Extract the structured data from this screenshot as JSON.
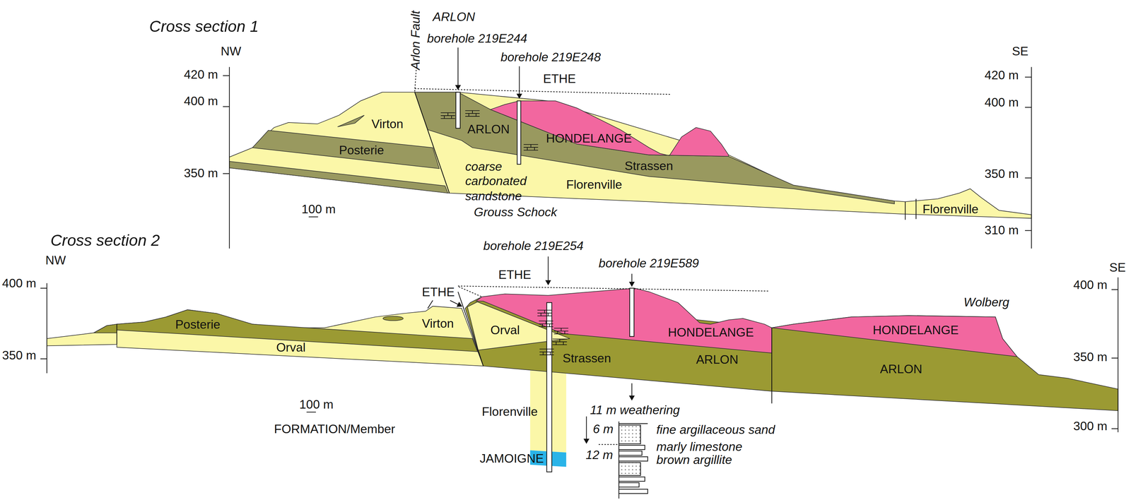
{
  "diagram": {
    "nodes": [
      {
        "text": [
          "Virton"
        ]
      },
      {
        "text": [
          "Posterie"
        ]
      },
      {
        "text": [
          "ARLON"
        ]
      },
      {
        "text": [
          "HONDELANGE"
        ]
      },
      {
        "text": [
          "Strassen"
        ]
      },
      {
        "text": [
          "Florenville"
        ]
      },
      {
        "text": [
          "Florenville"
        ]
      },
      {
        "text": [
          "Posterie"
        ]
      },
      {
        "text": [
          "Orval"
        ]
      },
      {
        "text": [
          "Virton"
        ]
      },
      {
        "text": [
          "Orval"
        ]
      },
      {
        "text": [
          "HONDELANGE"
        ]
      },
      {
        "text": [
          "Strassen"
        ]
      },
      {
        "text": [
          "ARLON"
        ]
      },
      {
        "text": [
          "HONDELANGE"
        ]
      },
      {
        "text": [
          "ARLON"
        ]
      },
      {
        "text": [
          "Florenville"
        ]
      },
      {
        "text": [
          "JAMOIGNE"
        ]
      }
    ],
    "labels": [
      "Cross section 1",
      "NW",
      "420 m",
      "400 m",
      "350 m",
      "SE",
      "420 m",
      "400 m",
      "350 m",
      "310 m",
      "Arlon Fault",
      "ARLON",
      "borehole 219E244",
      "borehole 219E248",
      "ETHE",
      "coarse carbonated sandstone",
      "Grouss Schock",
      "100 m",
      "Cross section 2",
      "NW",
      "400 m",
      "350 m",
      "SE",
      "400 m",
      "350 m",
      "300 m",
      "borehole 219E254",
      "borehole 219E589",
      "ETHE",
      "ETHE",
      "Wolberg",
      "100 m",
      "FORMATION/Member",
      "11 m weathering",
      "6 m",
      "fine argillaceous sand",
      "12 m",
      "marly limestone",
      "brown argillite"
    ]
  }
}
